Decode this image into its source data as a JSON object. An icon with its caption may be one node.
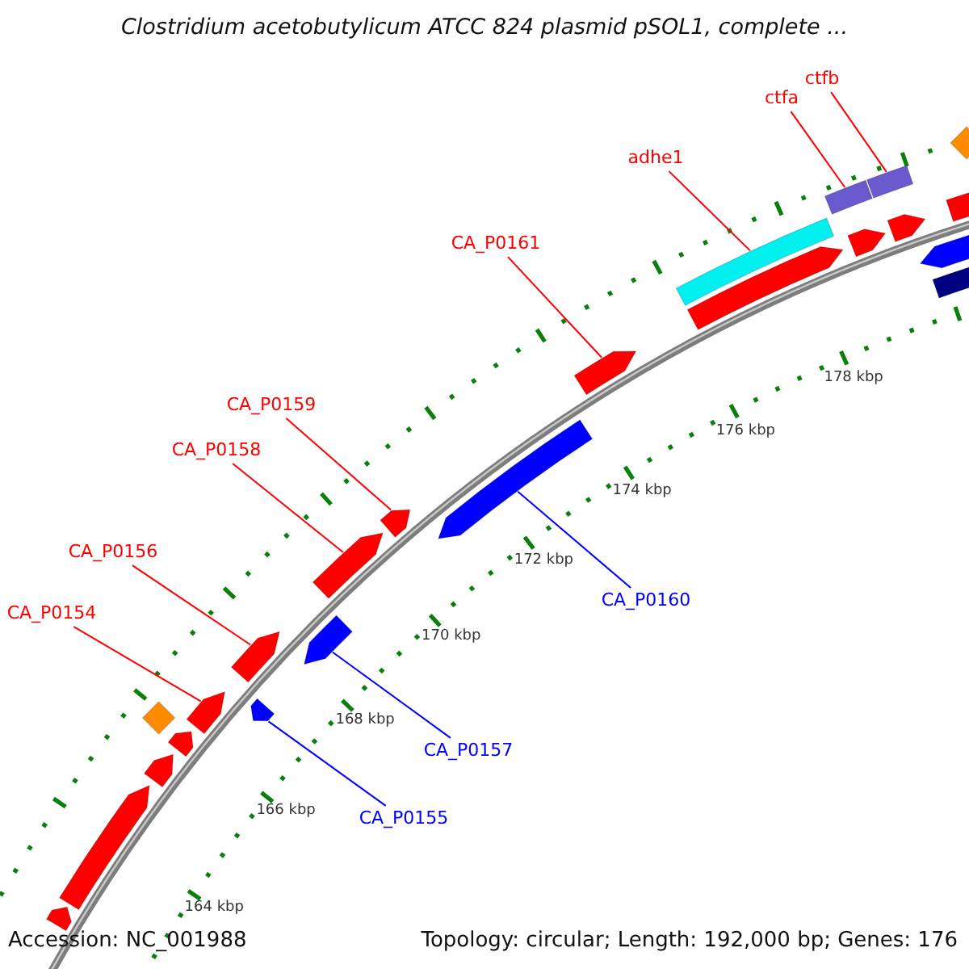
{
  "diagram": {
    "title": "Clostridium acetobutylicum ATCC 824 plasmid pSOL1, complete ...",
    "nodes": [
      {
        "text": [
          "ctfb"
        ]
      },
      {
        "text": [
          "ctfa"
        ]
      },
      {
        "text": [
          "adhe1"
        ]
      },
      {
        "text": [
          "CA_P0161"
        ]
      },
      {
        "text": [
          "CA_P0159"
        ]
      },
      {
        "text": [
          "CA_P0158"
        ]
      },
      {
        "text": [
          "CA_P0156"
        ]
      },
      {
        "text": [
          "CA_P0160"
        ]
      },
      {
        "text": [
          "CA_P0154"
        ]
      },
      {
        "text": [
          "CA_P0157"
        ]
      },
      {
        "text": [
          "CA_P0155"
        ]
      },
      {
        "text": [],
        "shape": "arrow"
      },
      {
        "text": [],
        "shape": "arrow"
      },
      {
        "text": [],
        "shape": "arrow"
      },
      {
        "text": [],
        "shape": "arrow"
      },
      {
        "text": [],
        "shape": "diamond"
      },
      {
        "text": [],
        "shape": "arrow"
      },
      {
        "text": [],
        "shape": "arrow"
      },
      {
        "text": [],
        "shape": "arrow"
      },
      {
        "text": [],
        "shape": "arrow"
      },
      {
        "text": [],
        "shape": "arrow"
      },
      {
        "text": [],
        "shape": "arrow"
      },
      {
        "text": [],
        "shape": "arrow"
      },
      {
        "text": [],
        "shape": "arrow"
      },
      {
        "text": [],
        "shape": "bar"
      },
      {
        "text": [],
        "shape": "arrow"
      },
      {
        "text": [],
        "shape": "bar"
      },
      {
        "text": [],
        "shape": "arrow"
      },
      {
        "text": [],
        "shape": "bar"
      },
      {
        "text": [],
        "shape": "arrow"
      },
      {
        "text": [],
        "shape": "arrow"
      },
      {
        "text": [],
        "shape": "bar"
      },
      {
        "text": [],
        "shape": "arrow"
      },
      {
        "text": [],
        "shape": "diamond"
      }
    ],
    "edges": [
      {
        "from": 0,
        "to": 28,
        "arrow": "none"
      },
      {
        "from": 1,
        "to": 26,
        "arrow": "none"
      },
      {
        "from": 2,
        "to": 24,
        "arrow": "none"
      },
      {
        "from": 3,
        "to": 23,
        "arrow": "none"
      },
      {
        "from": 4,
        "to": 21,
        "arrow": "none"
      },
      {
        "from": 5,
        "to": 20,
        "arrow": "none"
      },
      {
        "from": 6,
        "to": 18,
        "arrow": "none"
      },
      {
        "from": 7,
        "to": 22,
        "arrow": "none",
        "color": "#0000ff"
      },
      {
        "from": 8,
        "to": 16,
        "arrow": "none"
      },
      {
        "from": 9,
        "to": 19,
        "arrow": "none",
        "color": "#0000ff"
      },
      {
        "from": 10,
        "to": 17,
        "arrow": "none",
        "color": "#0000ff"
      }
    ],
    "labels": [
      "164 kbp",
      "166 kbp",
      "168 kbp",
      "170 kbp",
      "172 kbp",
      "174 kbp",
      "176 kbp",
      "178 kbp",
      "Accession: NC_001988",
      "Topology: circular; Length: 192,000 bp; Genes: 176"
    ]
  }
}
